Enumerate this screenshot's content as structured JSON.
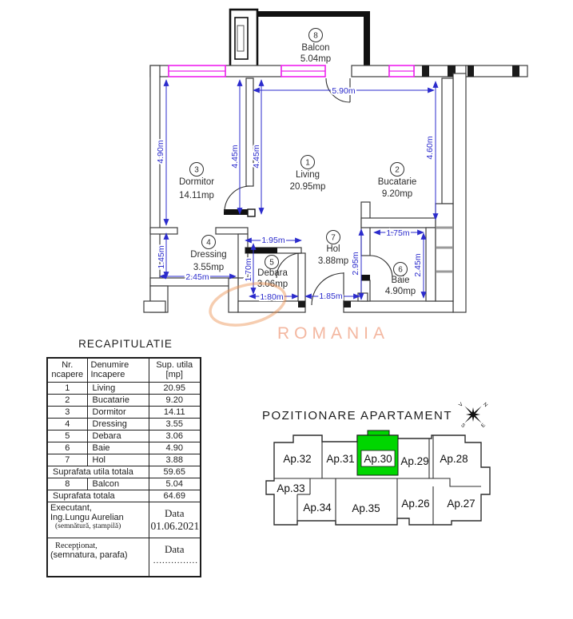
{
  "plan": {
    "rooms": [
      {
        "num": "1",
        "name": "Living",
        "area": "20.95mp"
      },
      {
        "num": "2",
        "name": "Bucatarie",
        "area": "9.20mp"
      },
      {
        "num": "3",
        "name": "Dormitor",
        "area": "14.11mp"
      },
      {
        "num": "4",
        "name": "Dressing",
        "area": "3.55mp"
      },
      {
        "num": "5",
        "name": "Debara",
        "area": "3.06mp"
      },
      {
        "num": "6",
        "name": "Baie",
        "area": "4.90mp"
      },
      {
        "num": "7",
        "name": "Hol",
        "area": "3.88mp"
      },
      {
        "num": "8",
        "name": "Balcon",
        "area": "5.04mp"
      }
    ],
    "dims": {
      "d590": "5.90m",
      "d490": "4.90m",
      "d445a": "4.45m",
      "d445b": "4.45m",
      "d460": "4.60m",
      "d145": "1.45m",
      "d245": "2.45m",
      "d195": "1.95m",
      "d170": "1.70m",
      "d180": "1.80m",
      "d185": "1.85m",
      "d295": "2.95m",
      "d175": "1.75m",
      "d245b": "2.45m"
    },
    "colors": {
      "dimension": "#2b2bcc",
      "window": "#ee22ee",
      "wall": "#3c3c3c"
    }
  },
  "watermark": {
    "text": "ROMANIA",
    "swoosh_color": "#e98a45",
    "text_color": "#f2ab90"
  },
  "recap": {
    "title": "RECAPITULATIE",
    "headers": [
      "Nr.\nncapere",
      "Denumire\nIncapere",
      "Sup. utila\n[mp]"
    ],
    "rows": [
      [
        "1",
        "Living",
        "20.95"
      ],
      [
        "2",
        "Bucatarie",
        "9.20"
      ],
      [
        "3",
        "Dormitor",
        "14.11"
      ],
      [
        "4",
        "Dressing",
        "3.55"
      ],
      [
        "5",
        "Debara",
        "3.06"
      ],
      [
        "6",
        "Baie",
        "4.90"
      ],
      [
        "7",
        "Hol",
        "3.88"
      ]
    ],
    "subtotal_label": "Suprafata utila totala",
    "subtotal_value": "59.65",
    "balcon_row": [
      "8",
      "Balcon",
      "5.04"
    ],
    "total_label": "Suprafata totala",
    "total_value": "64.69",
    "executant": {
      "role": "Executant,",
      "name": "Ing.Lungu Aurelian",
      "note": "(semnătură, ștampilă)",
      "data_label": "Data",
      "date": "01.06.2021"
    },
    "receptionat": {
      "role": "Recepţionat,",
      "note": "(semnatura, parafa)",
      "data_label": "Data",
      "dots": "..............."
    }
  },
  "positioning": {
    "title": "POZITIONARE APARTAMENT",
    "top": [
      "Ap.32",
      "Ap.31",
      "Ap.30",
      "Ap.29",
      "Ap.28"
    ],
    "bottom": [
      "Ap.33",
      "Ap.34",
      "Ap.35",
      "Ap.26",
      "Ap.27"
    ],
    "highlighted": "Ap.30",
    "highlight_color": "#00d600",
    "compass": [
      "N",
      "V",
      "S",
      "E"
    ]
  }
}
